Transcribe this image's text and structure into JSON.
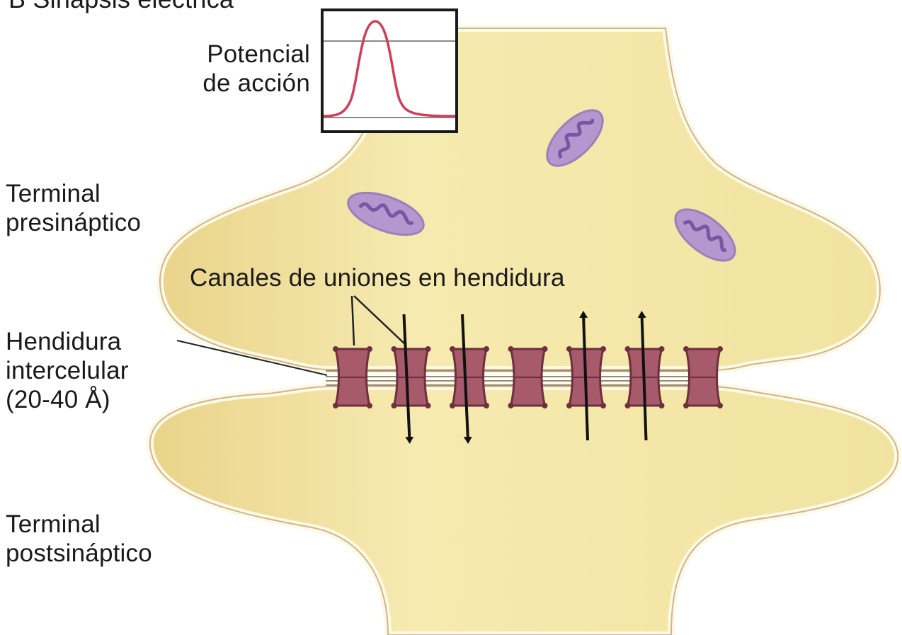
{
  "diagram": {
    "title": "B Sinapsis eléctrica",
    "action_potential": {
      "line1": "Potencial",
      "line2": "de acción"
    },
    "presynaptic": {
      "line1": "Terminal",
      "line2": "presináptico"
    },
    "cleft": {
      "line1": "Hendidura",
      "line2": "intercelular",
      "line3": "(20-40 Å)"
    },
    "postsynaptic": {
      "line1": "Terminal",
      "line2": "postsináptico"
    },
    "channels_label": "Canales de uniones en hendidura",
    "colors": {
      "cell_fill": "#f2e29a",
      "cell_outline": "#c9b98a",
      "channel": "#a65a6a",
      "channel_dark": "#6e2f3e",
      "mitochondria": "#b497cf",
      "action_potential_trace": "#d23c5a"
    },
    "channel_count": 7,
    "current_arrows": [
      {
        "channel": 2,
        "direction": "down"
      },
      {
        "channel": 3,
        "direction": "down"
      },
      {
        "channel": 5,
        "direction": "up"
      },
      {
        "channel": 6,
        "direction": "up"
      }
    ]
  }
}
